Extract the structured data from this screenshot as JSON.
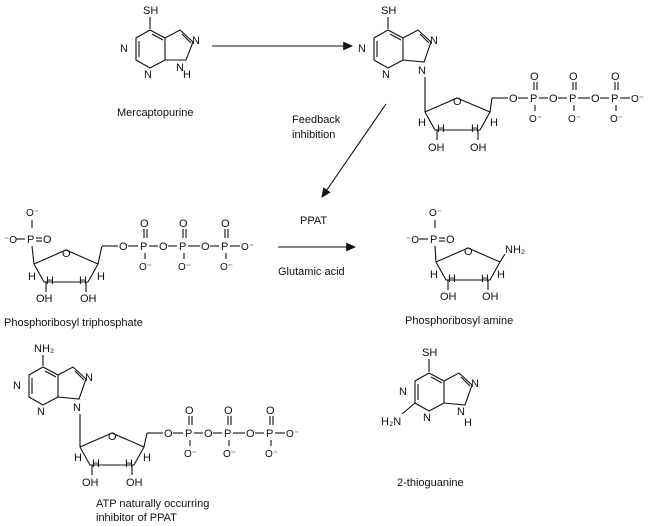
{
  "atoms": {
    "SH": "SH",
    "N": "N",
    "H": "H",
    "OH": "OH",
    "O": "O",
    "P": "P",
    "Ominus": "O⁻",
    "NH2_right": "NH₂",
    "NH2_left": "H₂N",
    "O_neg_left": "⁻O"
  },
  "labels": {
    "mercaptopurine": "Mercaptopurine",
    "feedback_line1": "Feedback",
    "feedback_line2": "inhibition",
    "ppat": "PPAT",
    "glutamic_acid": "Glutamic acid",
    "prpp": "Phosphoribosyl triphosphate",
    "pra": "Phosphoribosyl amine",
    "thioguanine": "2-thioguanine",
    "atp_line1": "ATP naturally occurring",
    "atp_line2": "inhibitor of PPAT"
  },
  "colors": {
    "ink": "#111111",
    "background": "#ffffff"
  }
}
